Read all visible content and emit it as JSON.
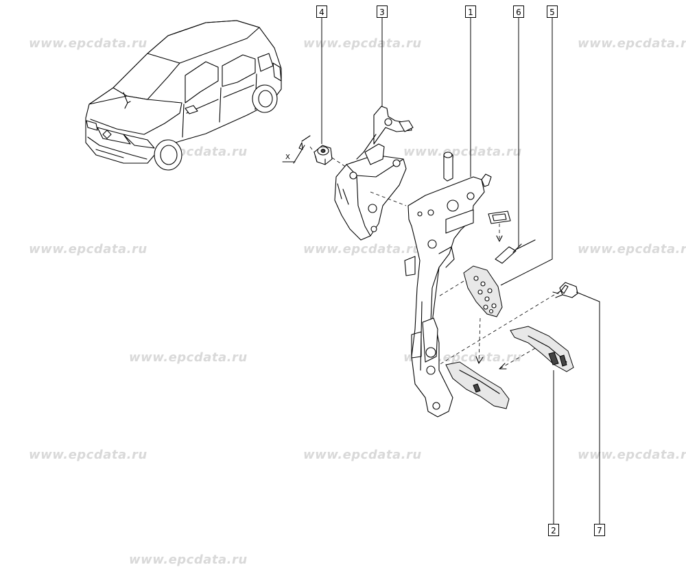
{
  "watermark": "www.epcdata.ru",
  "x_marker": "X",
  "callouts": [
    {
      "id": "4",
      "label": "4"
    },
    {
      "id": "3",
      "label": "3"
    },
    {
      "id": "1",
      "label": "1"
    },
    {
      "id": "6",
      "label": "6"
    },
    {
      "id": "5",
      "label": "5"
    },
    {
      "id": "2",
      "label": "2"
    },
    {
      "id": "7",
      "label": "7"
    }
  ]
}
